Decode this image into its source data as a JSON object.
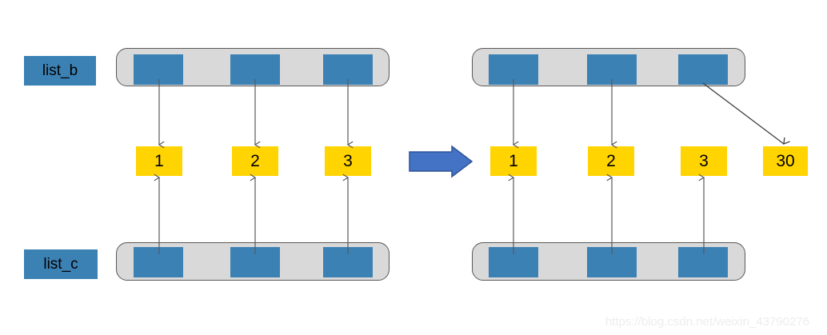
{
  "colors": {
    "cell_blue": "#3C81B4",
    "container_gray": "#D9D9D9",
    "container_border": "#595959",
    "value_yellow": "#FFD400",
    "transition_arrow_blue": "#4472C4",
    "connector_gray": "#595959",
    "background": "#FFFFFF",
    "watermark": "#EDEDED"
  },
  "labels": {
    "list_b": "list_b",
    "list_c": "list_c"
  },
  "before": {
    "list_b_cells": [
      "",
      "",
      ""
    ],
    "values": [
      "1",
      "2",
      "3"
    ],
    "list_c_cells": [
      "",
      "",
      ""
    ]
  },
  "after": {
    "list_b_cells": [
      "",
      "",
      ""
    ],
    "values": [
      "1",
      "2",
      "3",
      "30"
    ],
    "list_c_cells": [
      "",
      "",
      ""
    ]
  },
  "transition": {
    "arrow": "right-arrow"
  },
  "watermark": {
    "text": "https://blog.csdn.net/weixin_43790276"
  }
}
